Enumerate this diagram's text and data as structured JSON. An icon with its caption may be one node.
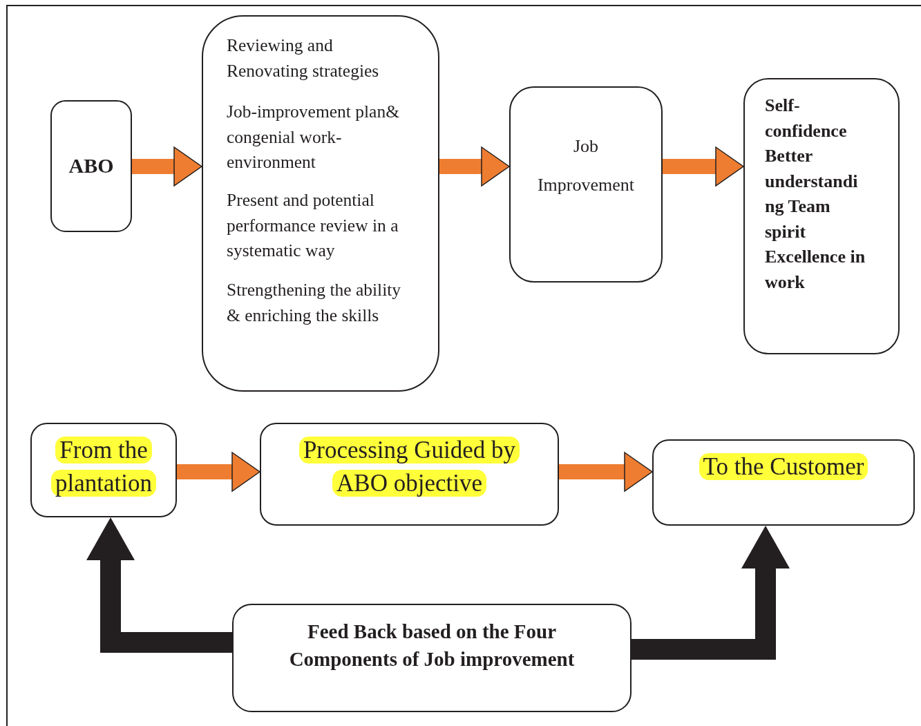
{
  "diagram": {
    "nodes": [
      {
        "text": [
          "ABO"
        ]
      },
      {
        "text": [
          "Reviewing and Renovating strategies",
          "Job-improvement plan& congenial work-environment",
          "Present and potential performance review in a systematic way",
          "Strengthening the ability & enriching the skills"
        ]
      },
      {
        "text": [
          "Job",
          "Improvement"
        ]
      },
      {
        "text": [
          "Self- confidence Better understandi ng Team spirit Excellence in work"
        ]
      },
      {
        "text": [
          "From the plantation"
        ]
      },
      {
        "text": [
          "Processing Guided by ABO objective"
        ]
      },
      {
        "text": [
          "To the Customer"
        ]
      },
      {
        "text": [
          "Feed Back based on the Four Components of Job improvement"
        ]
      }
    ],
    "edges": [
      {
        "from": 0,
        "to": 1,
        "arrow": "to"
      },
      {
        "from": 1,
        "to": 2,
        "arrow": "to"
      },
      {
        "from": 2,
        "to": 3,
        "arrow": "to"
      },
      {
        "from": 4,
        "to": 5,
        "arrow": "to"
      },
      {
        "from": 5,
        "to": 6,
        "arrow": "to"
      },
      {
        "from": 7,
        "to": 4,
        "arrow": "to",
        "color": "#231f20"
      },
      {
        "from": 7,
        "to": 6,
        "arrow": "to",
        "color": "#231f20"
      }
    ]
  }
}
